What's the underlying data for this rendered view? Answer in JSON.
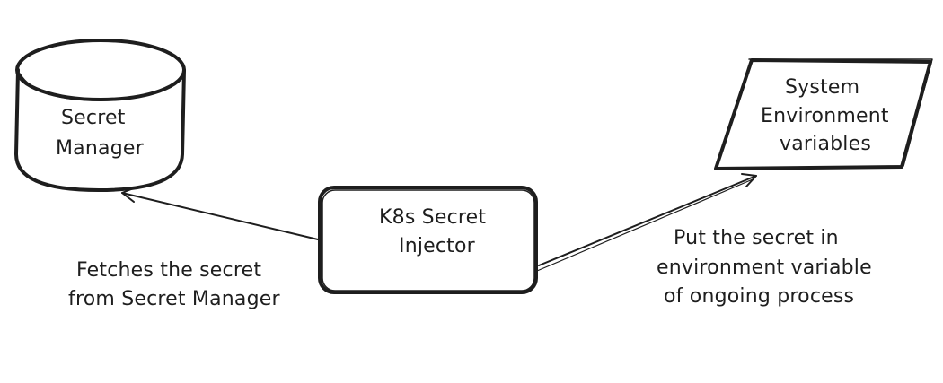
{
  "nodes": {
    "secret_manager": {
      "shape": "cylinder",
      "lines": [
        "Secret",
        "Manager"
      ]
    },
    "injector": {
      "shape": "rounded-rectangle",
      "lines": [
        "K8s Secret",
        "Injector"
      ]
    },
    "env_vars": {
      "shape": "parallelogram",
      "lines": [
        "System",
        "Environment",
        "variables"
      ]
    }
  },
  "edges": {
    "fetch": {
      "from": "injector",
      "to": "secret_manager",
      "lines": [
        "Fetches the secret",
        "from Secret Manager"
      ]
    },
    "put": {
      "from": "injector",
      "to": "env_vars",
      "lines": [
        "Put the secret in",
        "environment variable",
        "of ongoing process"
      ]
    }
  },
  "colors": {
    "stroke": "#1e1e1e",
    "background": "#ffffff"
  }
}
